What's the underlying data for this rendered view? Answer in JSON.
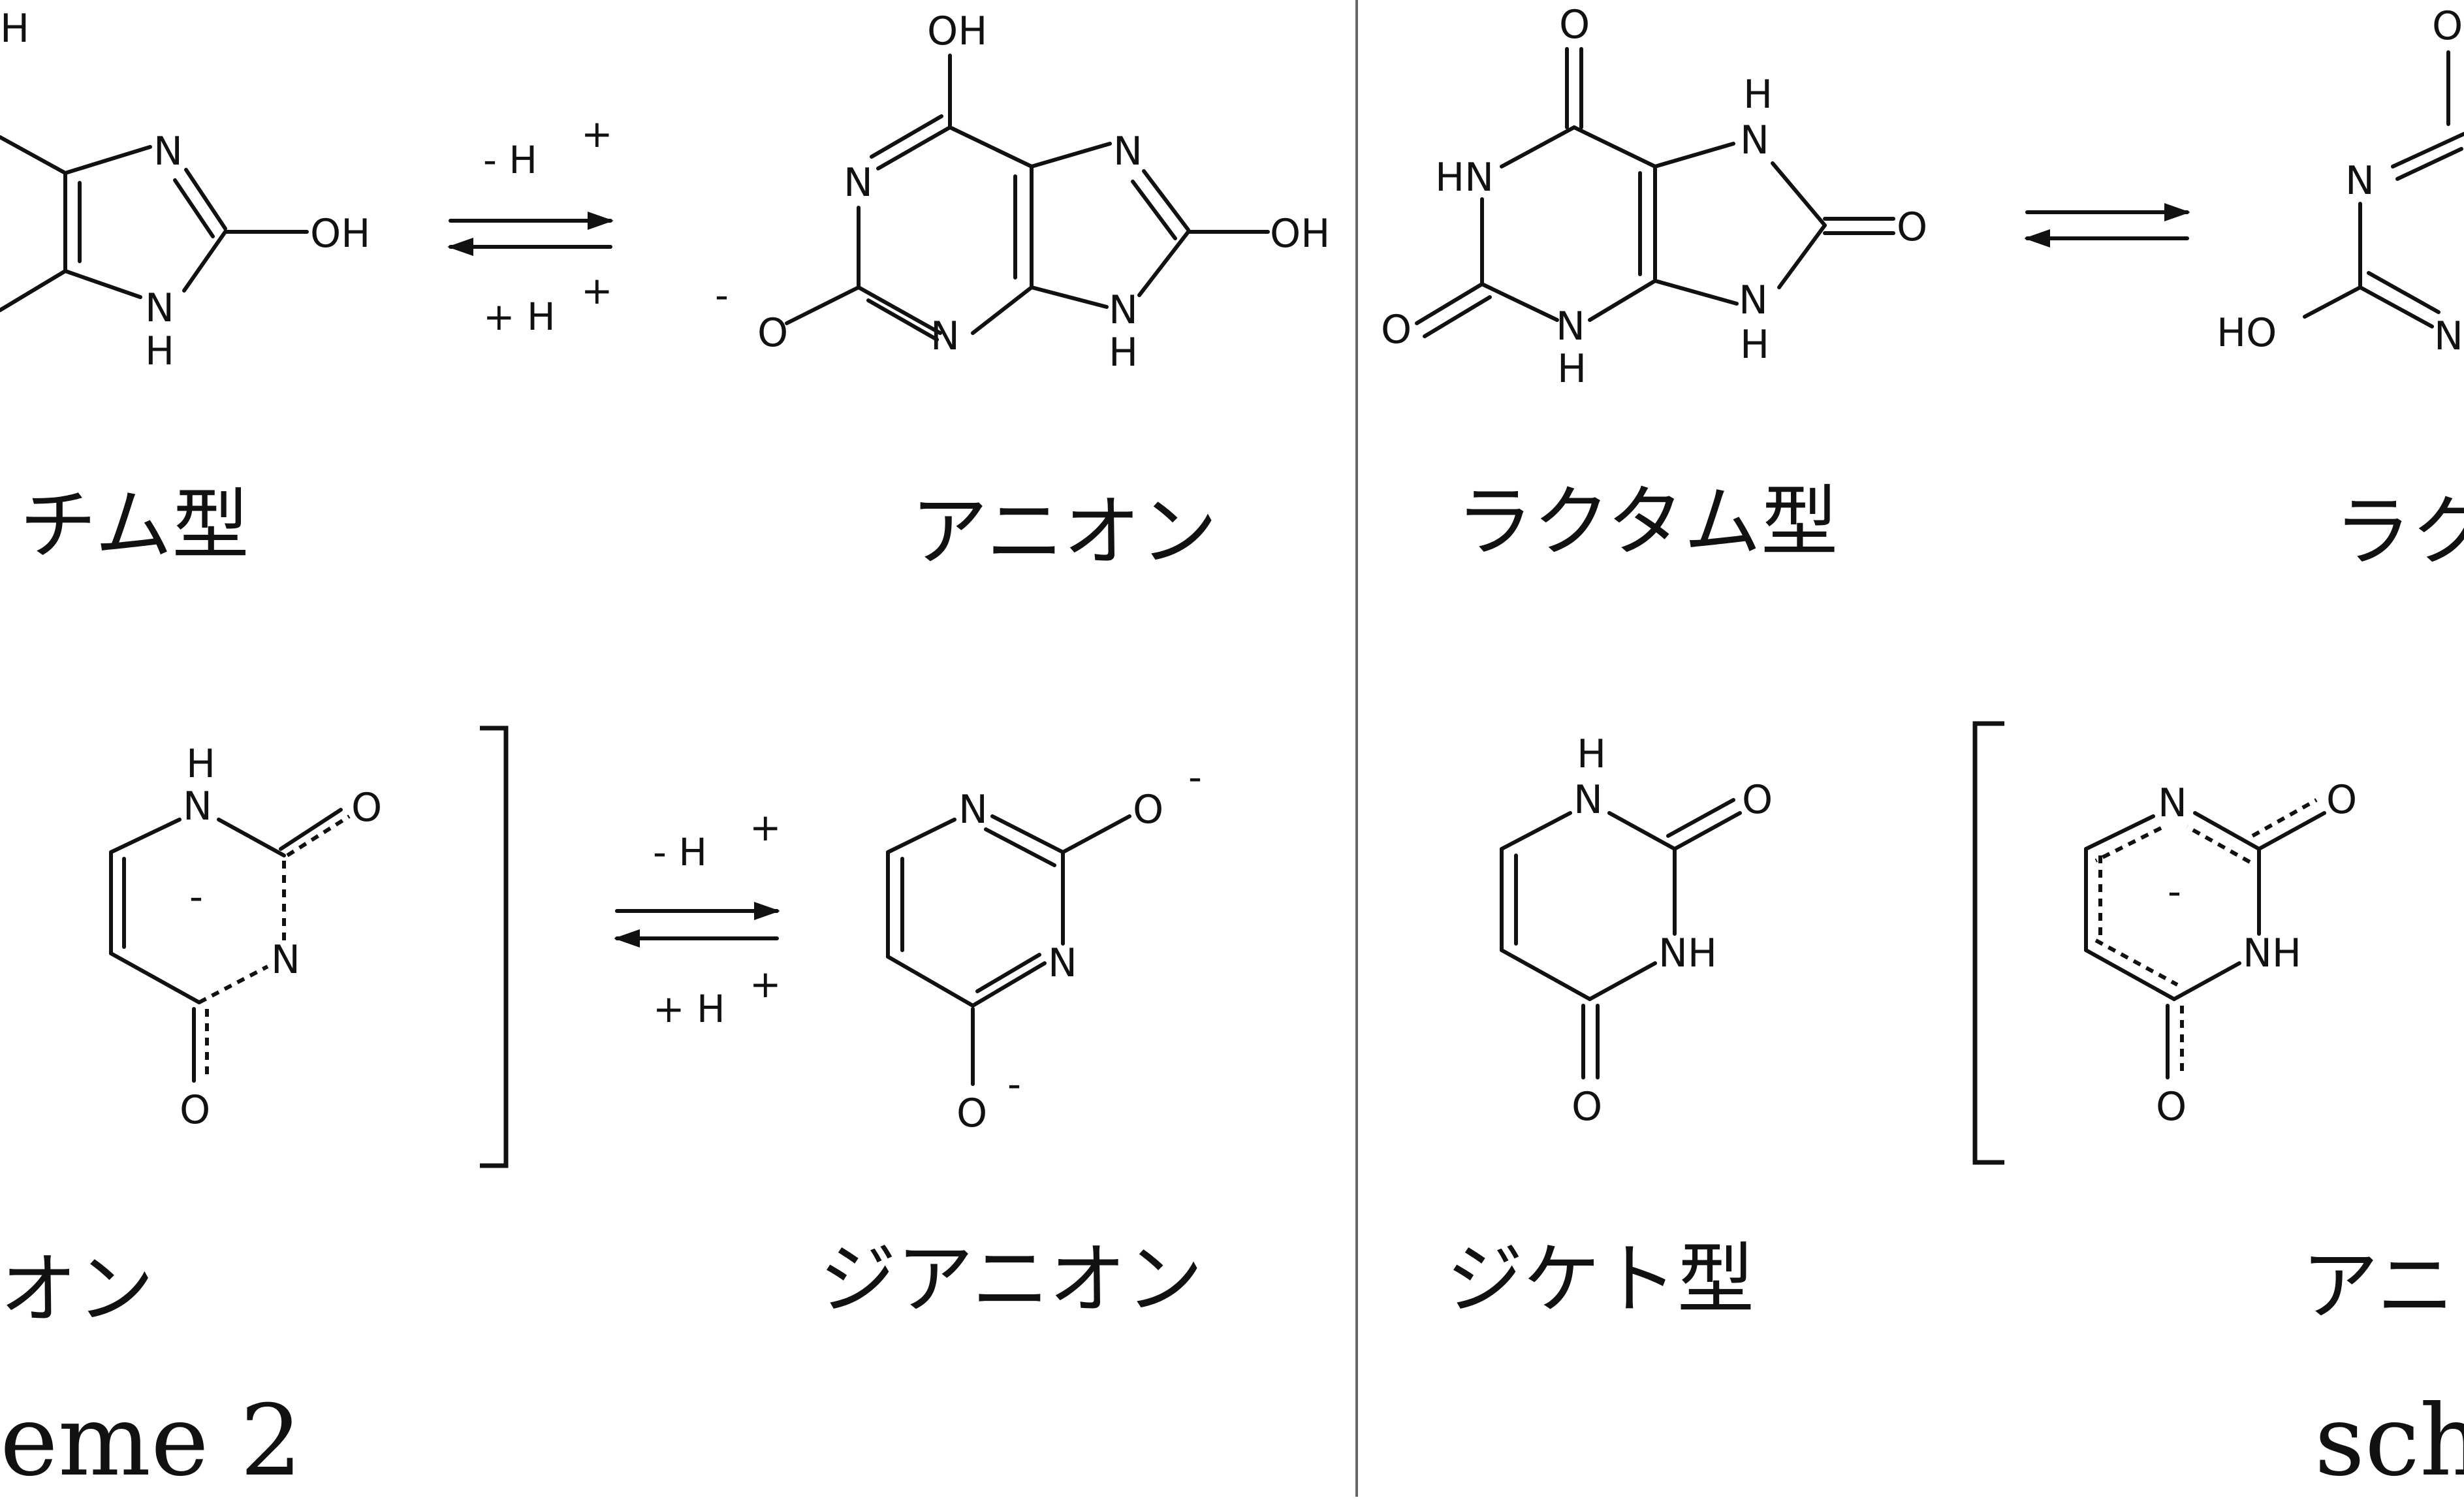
{
  "atoms": {
    "H": "H",
    "N": "N",
    "NH": "NH",
    "HN": "HN",
    "OH": "OH",
    "HO": "HO",
    "O": "O",
    "minus": "-",
    "H_plus": "H"
  },
  "conditions": {
    "minus_h": "- H",
    "plus_h": "+ H",
    "plus_sign": "+"
  },
  "labels": {
    "top_left_partial": "チム型",
    "top_anion": "アニオン",
    "top_lactam": "ラクタム型",
    "top_right_partial": "ラク",
    "bottom_left_partial": "オン",
    "dianion": "ジアニオン",
    "diketo": "ジケト型",
    "bottom_right_partial": "アニ"
  },
  "captions": {
    "left": "eme 2",
    "right": "sch"
  }
}
